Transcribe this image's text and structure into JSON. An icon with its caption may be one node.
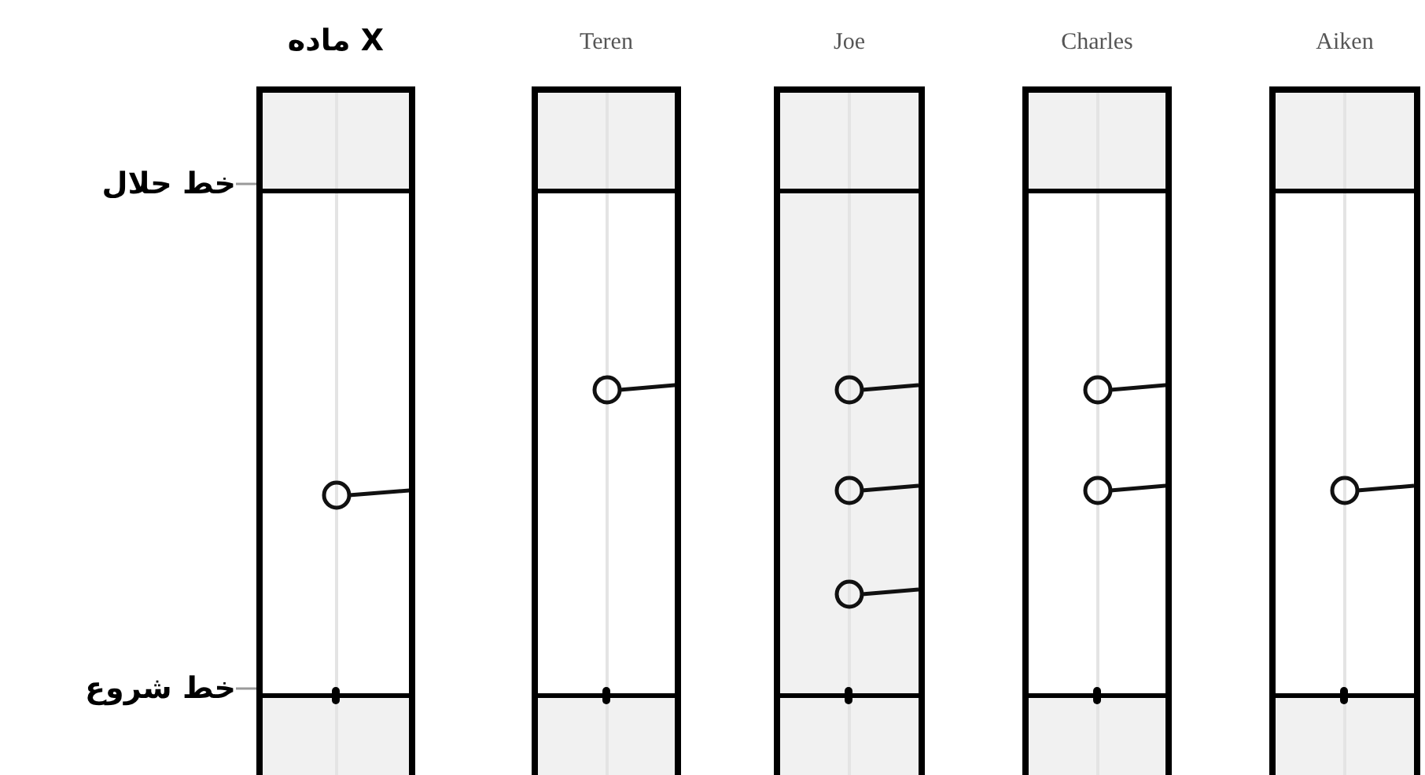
{
  "diagram": {
    "nodes": [
      {
        "text": [
          "ماده X"
        ]
      },
      {
        "text": [
          "Teren"
        ]
      },
      {
        "text": [
          "Joe"
        ]
      },
      {
        "text": [
          "Charles"
        ]
      },
      {
        "text": [
          "Aiken"
        ]
      },
      {
        "text": [
          "خط حلال"
        ]
      },
      {
        "text": [
          "خط شروع"
        ]
      },
      {
        "text": [],
        "shape": "circle",
        "in": 0
      },
      {
        "text": [],
        "shape": "circle",
        "in": 1
      },
      {
        "text": [],
        "shape": "circle",
        "in": 2
      },
      {
        "text": [],
        "shape": "circle",
        "in": 2
      },
      {
        "text": [],
        "shape": "circle",
        "in": 2
      },
      {
        "text": [],
        "shape": "circle",
        "in": 3
      },
      {
        "text": [],
        "shape": "circle",
        "in": 3
      },
      {
        "text": [],
        "shape": "circle",
        "in": 4
      }
    ],
    "edges": [
      {
        "from": 5,
        "to": 0,
        "arrow": "none"
      },
      {
        "from": 6,
        "to": 0,
        "arrow": "none"
      }
    ]
  }
}
